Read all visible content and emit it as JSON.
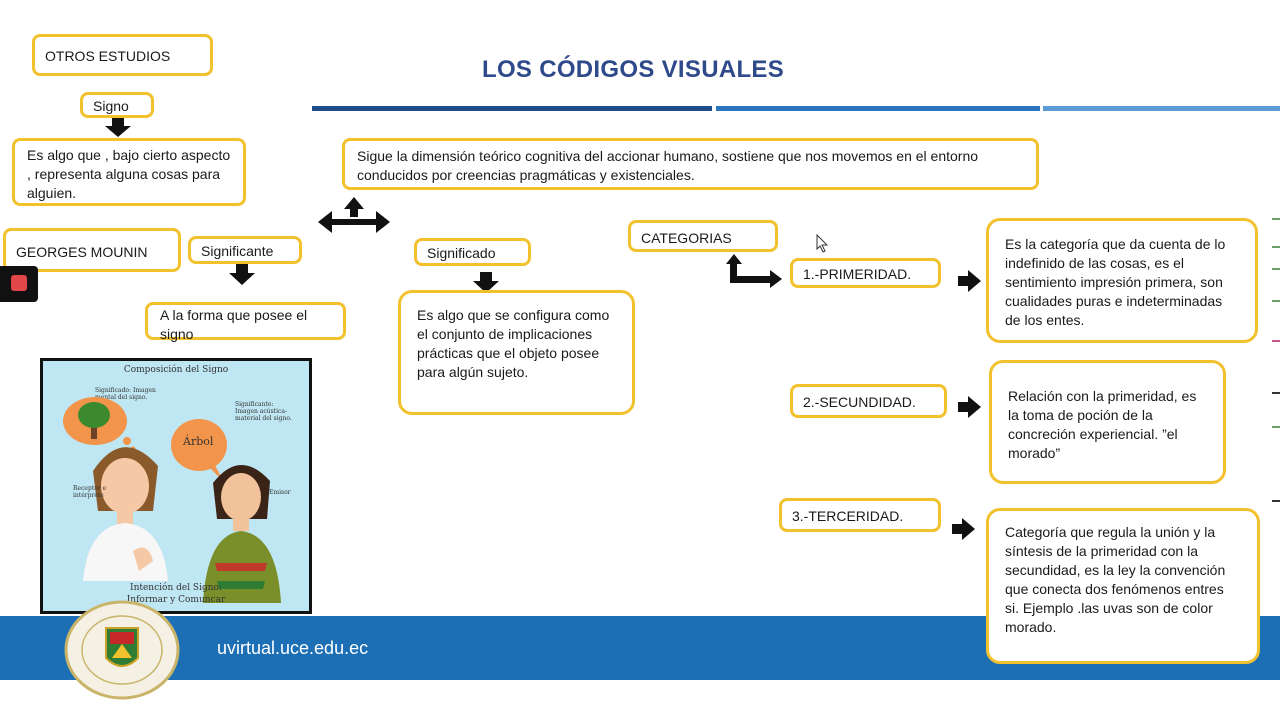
{
  "title": "LOS CÓDIGOS VISUALES",
  "left": {
    "otros": "OTROS  ESTUDIOS",
    "signo": "Signo",
    "signo_def": "Es algo que , bajo cierto aspecto , representa alguna cosas para alguien.",
    "mounin": "GEORGES  MOUNIN",
    "significante": "Significante",
    "significante_def": "A la forma que posee el signo"
  },
  "figure": {
    "title": "Composición del Signo",
    "significado_label": "Significado: Imagen mental del signo.",
    "significante_label": "Significante: Imagen acústica-material del signo.",
    "bubble_word": "Árbol",
    "receptor": "Receptor e intérprete",
    "emisor": "Emisor",
    "caption_1": "Intención del Signo:",
    "caption_2": "Informar y Comuncar"
  },
  "center": {
    "top_def": "Sigue la dimensión teórico cognitiva del accionar humano, sostiene que nos movemos  en el entorno conducidos por creencias  pragmáticas  y existenciales.",
    "significado": "Significado",
    "significado_def": "Es algo que se configura como el conjunto de implicaciones prácticas que el objeto posee para algún sujeto."
  },
  "categories": {
    "label": "CATEGORIAS",
    "items": [
      {
        "name": "1.-PRIMERIDAD.",
        "desc": "Es la categoría que da cuenta de lo indefinido de las cosas, es el sentimiento  impresión primera, son cualidades puras e indeterminadas  de los entes."
      },
      {
        "name": "2.-SECUNDIDAD.",
        "desc": "Relación  con la primeridad, es la toma de poción de la concreción experiencial. ”el morado”"
      },
      {
        "name": "3.-TERCERIDAD.",
        "desc": "Categoría que regula la unión y la síntesis de la primeridad con la secundidad, es la ley la convención que conecta dos fenómenos  entres si. Ejemplo .las uvas son de color morado."
      }
    ]
  },
  "footer": {
    "url": "uvirtual.uce.edu.ec"
  },
  "colors": {
    "accent": "#f2c12e",
    "title": "#2e4a8a",
    "footer": "#1c6fb4",
    "record": "#e0464a"
  }
}
